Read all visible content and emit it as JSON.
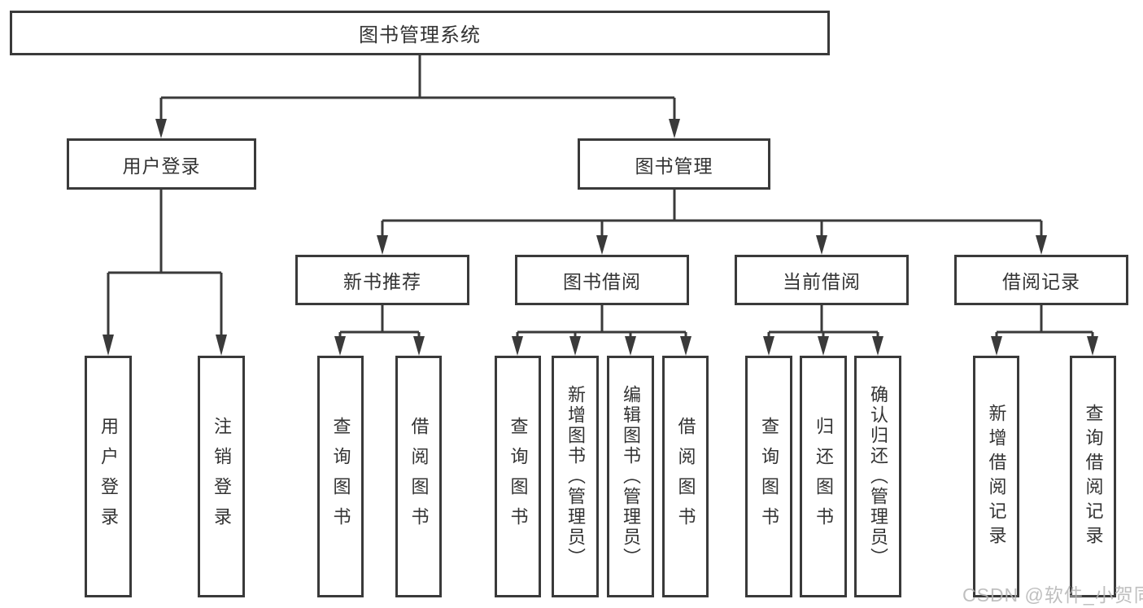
{
  "diagram": {
    "nodes": {
      "root": "图书管理系统",
      "user_login": "用户登录",
      "book_mgmt": "图书管理",
      "new_books": "新书推荐",
      "book_borrow": "图书借阅",
      "current_borrow": "当前借阅",
      "borrow_records": "借阅记录",
      "a1": "用户登录",
      "a2": "注销登录",
      "b1": "查询图书",
      "b2": "借阅图书",
      "c1": "查询图书",
      "c2": "新增图书（管理员）",
      "c3": "编辑图书（管理员）",
      "c4": "借阅图书",
      "d1": "查询图书",
      "d2": "归还图书",
      "d3": "确认归还（管理员）",
      "e1": "新增借阅记录",
      "e2": "查询借阅记录"
    },
    "watermark": "CSDN @软件_小贺同学",
    "colors": {
      "line": "#3a3a3a",
      "text": "#333333",
      "watermark": "#b5b5b5",
      "background": "#ffffff"
    }
  }
}
